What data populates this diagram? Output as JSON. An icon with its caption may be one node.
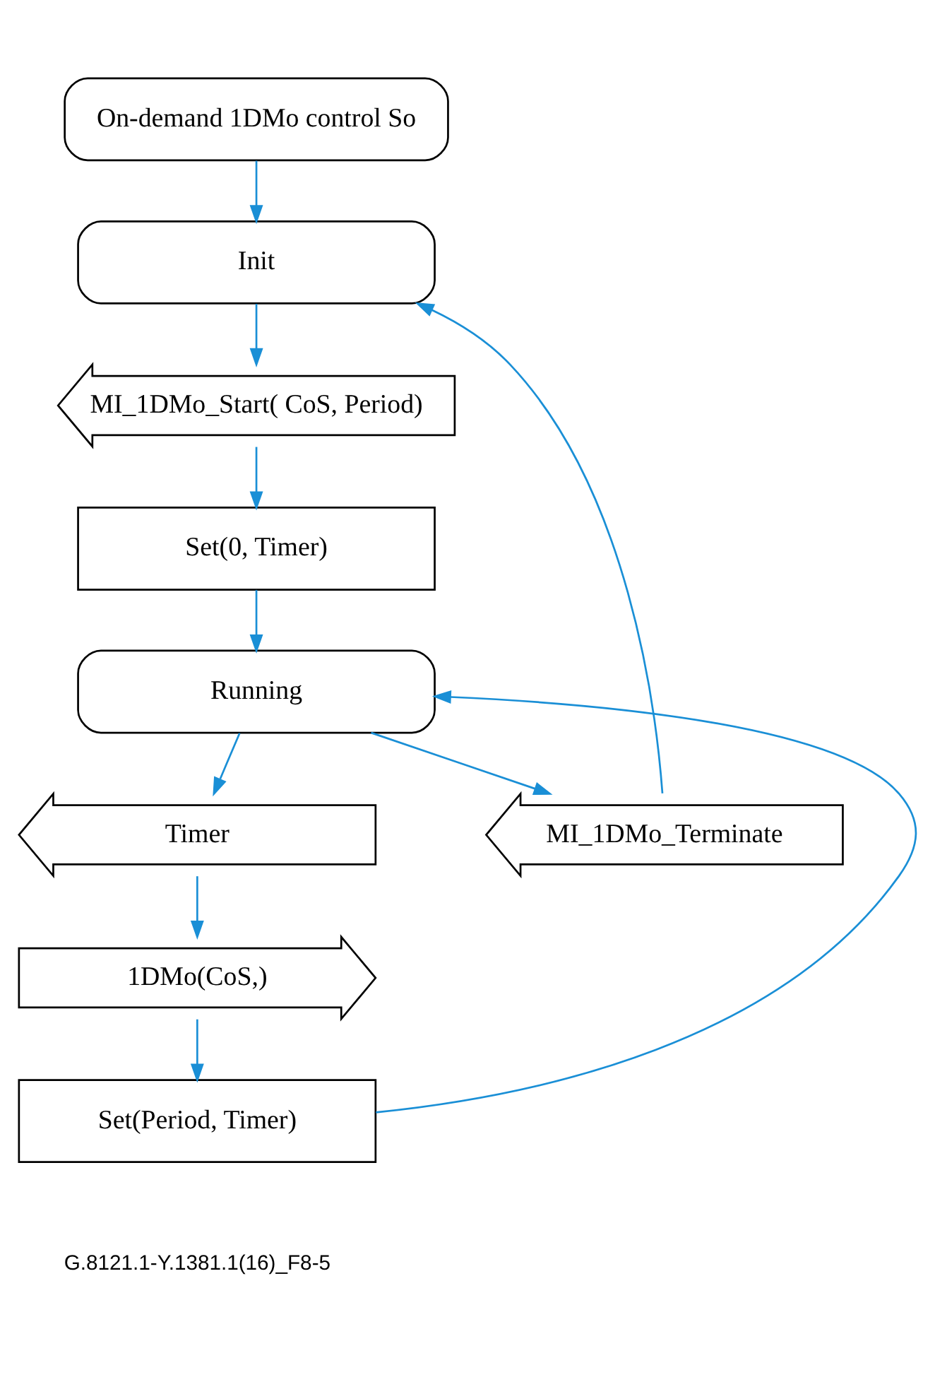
{
  "diagram": {
    "nodes": [
      {
        "text": [
          "On-demand 1DMo control So"
        ]
      },
      {
        "text": [
          "Init"
        ]
      },
      {
        "text": [
          "MI_1DMo_Start( CoS, Period)"
        ]
      },
      {
        "text": [
          "Set(0, Timer)"
        ]
      },
      {
        "text": [
          "Running"
        ]
      },
      {
        "text": [
          "Timer"
        ]
      },
      {
        "text": [
          "MI_1DMo_Terminate"
        ]
      },
      {
        "text": [
          "1DMo(CoS,)"
        ]
      },
      {
        "text": [
          "Set(Period, Timer)"
        ]
      }
    ],
    "edges": [
      {
        "from": 0,
        "to": 1,
        "arrow": "to"
      },
      {
        "from": 1,
        "to": 2,
        "arrow": "to"
      },
      {
        "from": 2,
        "to": 3,
        "arrow": "to"
      },
      {
        "from": 3,
        "to": 4,
        "arrow": "to"
      },
      {
        "from": 4,
        "to": 5,
        "arrow": "to"
      },
      {
        "from": 4,
        "to": 6,
        "arrow": "to"
      },
      {
        "from": 6,
        "to": 1,
        "arrow": "to"
      },
      {
        "from": 5,
        "to": 7,
        "arrow": "to"
      },
      {
        "from": 7,
        "to": 8,
        "arrow": "to"
      },
      {
        "from": 8,
        "to": 4,
        "arrow": "to"
      }
    ],
    "labels": [
      "G.8121.1-Y.1381.1(16)_F8-5"
    ]
  }
}
